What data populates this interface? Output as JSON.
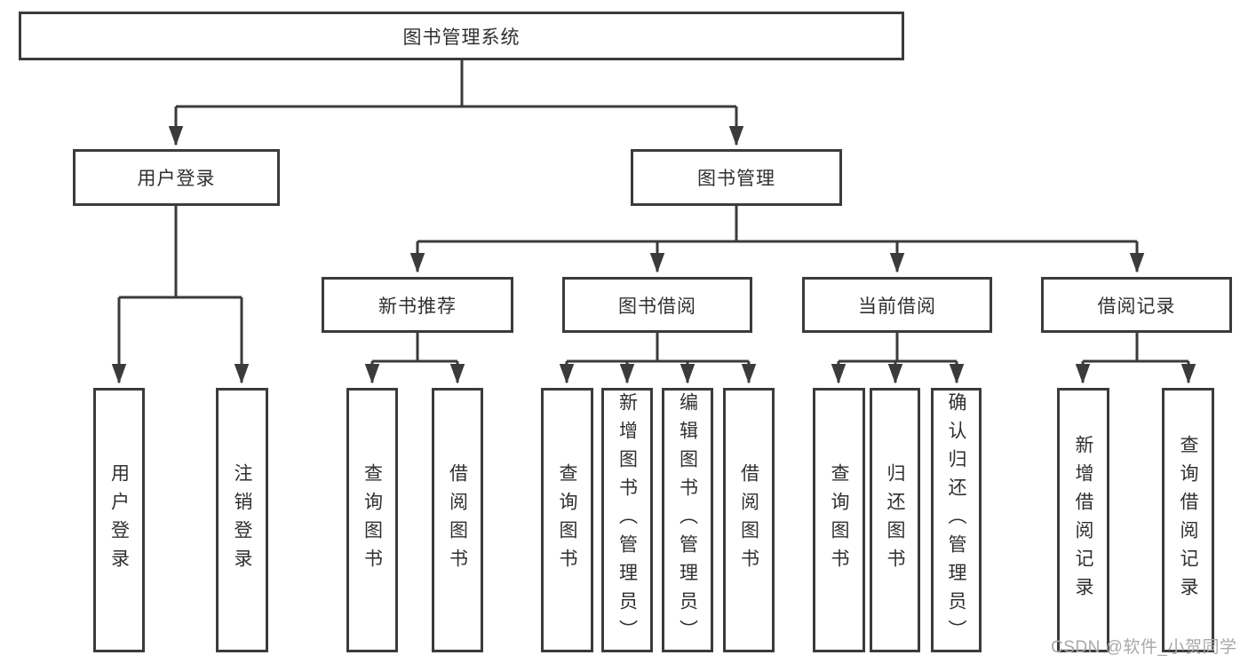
{
  "diagram": {
    "title": "图书管理系统",
    "colors": {
      "line": "#3b3b3b",
      "text": "#303030",
      "bg": "#ffffff",
      "watermark": "#a9a9a9"
    },
    "root": {
      "label": "图书管理系统",
      "children": [
        {
          "label": "用户登录",
          "children": [
            {
              "label": "用户登录"
            },
            {
              "label": "注销登录"
            }
          ]
        },
        {
          "label": "图书管理",
          "children": [
            {
              "label": "新书推荐",
              "children": [
                {
                  "label": "查询图书"
                },
                {
                  "label": "借阅图书"
                }
              ]
            },
            {
              "label": "图书借阅",
              "children": [
                {
                  "label": "查询图书"
                },
                {
                  "label": "新增图书（管理员）"
                },
                {
                  "label": "编辑图书（管理员）"
                },
                {
                  "label": "借阅图书"
                }
              ]
            },
            {
              "label": "当前借阅",
              "children": [
                {
                  "label": "查询图书"
                },
                {
                  "label": "归还图书"
                },
                {
                  "label": "确认归还（管理员）"
                }
              ]
            },
            {
              "label": "借阅记录",
              "children": [
                {
                  "label": "新增借阅记录"
                },
                {
                  "label": "查询借阅记录"
                }
              ]
            }
          ]
        }
      ]
    },
    "watermark": "CSDN @软件_小贺同学"
  }
}
